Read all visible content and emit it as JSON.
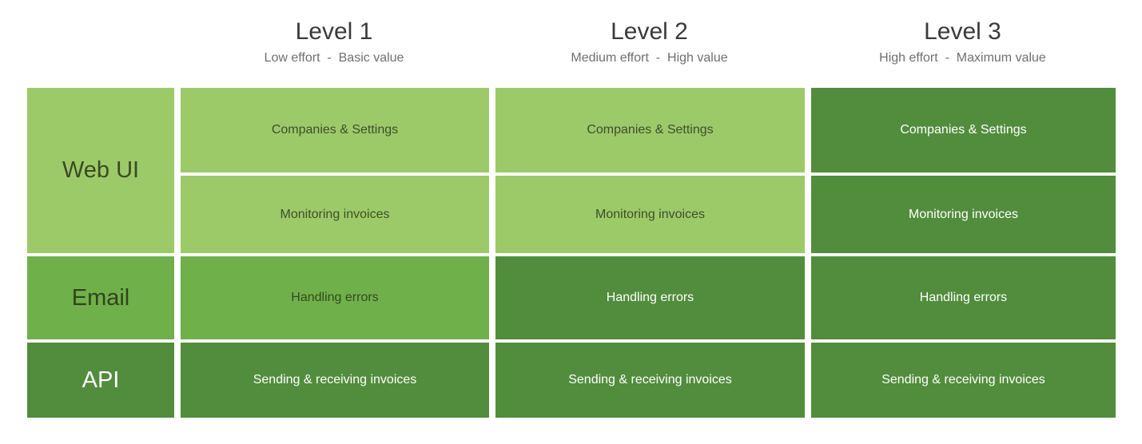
{
  "diagram": {
    "description": "Product roadmap matrix of delivery channels vs release levels",
    "background": "#ffffff"
  },
  "palette": {
    "light_green": "#9dca69",
    "medium_green": "#70b04b",
    "dark_green": "#518d3c",
    "title_text": "#3a3a3a",
    "subtitle_text": "#6f6f6f",
    "dark_cell_text": "#3d4e27",
    "white_cell_text": "#ffffff"
  },
  "levels": [
    {
      "title": "Level 1",
      "subtitle": "Low effort  -  Basic value"
    },
    {
      "title": "Level 2",
      "subtitle": "Medium effort  -  High value"
    },
    {
      "title": "Level 3",
      "subtitle": "High effort  -  Maximum value"
    }
  ],
  "channels": [
    {
      "label": "Web UI"
    },
    {
      "label": "Email"
    },
    {
      "label": "API"
    }
  ],
  "features": [
    {
      "name": "Companies & Settings",
      "channel": "Web UI",
      "level_shades": [
        "light",
        "light",
        "dark"
      ]
    },
    {
      "name": "Monitoring invoices",
      "channel": "Web UI",
      "level_shades": [
        "light",
        "light",
        "dark"
      ]
    },
    {
      "name": "Handling errors",
      "channel": "Email",
      "level_shades": [
        "medium",
        "dark",
        "dark"
      ]
    },
    {
      "name": "Sending & receiving invoices",
      "channel": "API",
      "level_shades": [
        "dark",
        "dark",
        "dark"
      ]
    }
  ]
}
